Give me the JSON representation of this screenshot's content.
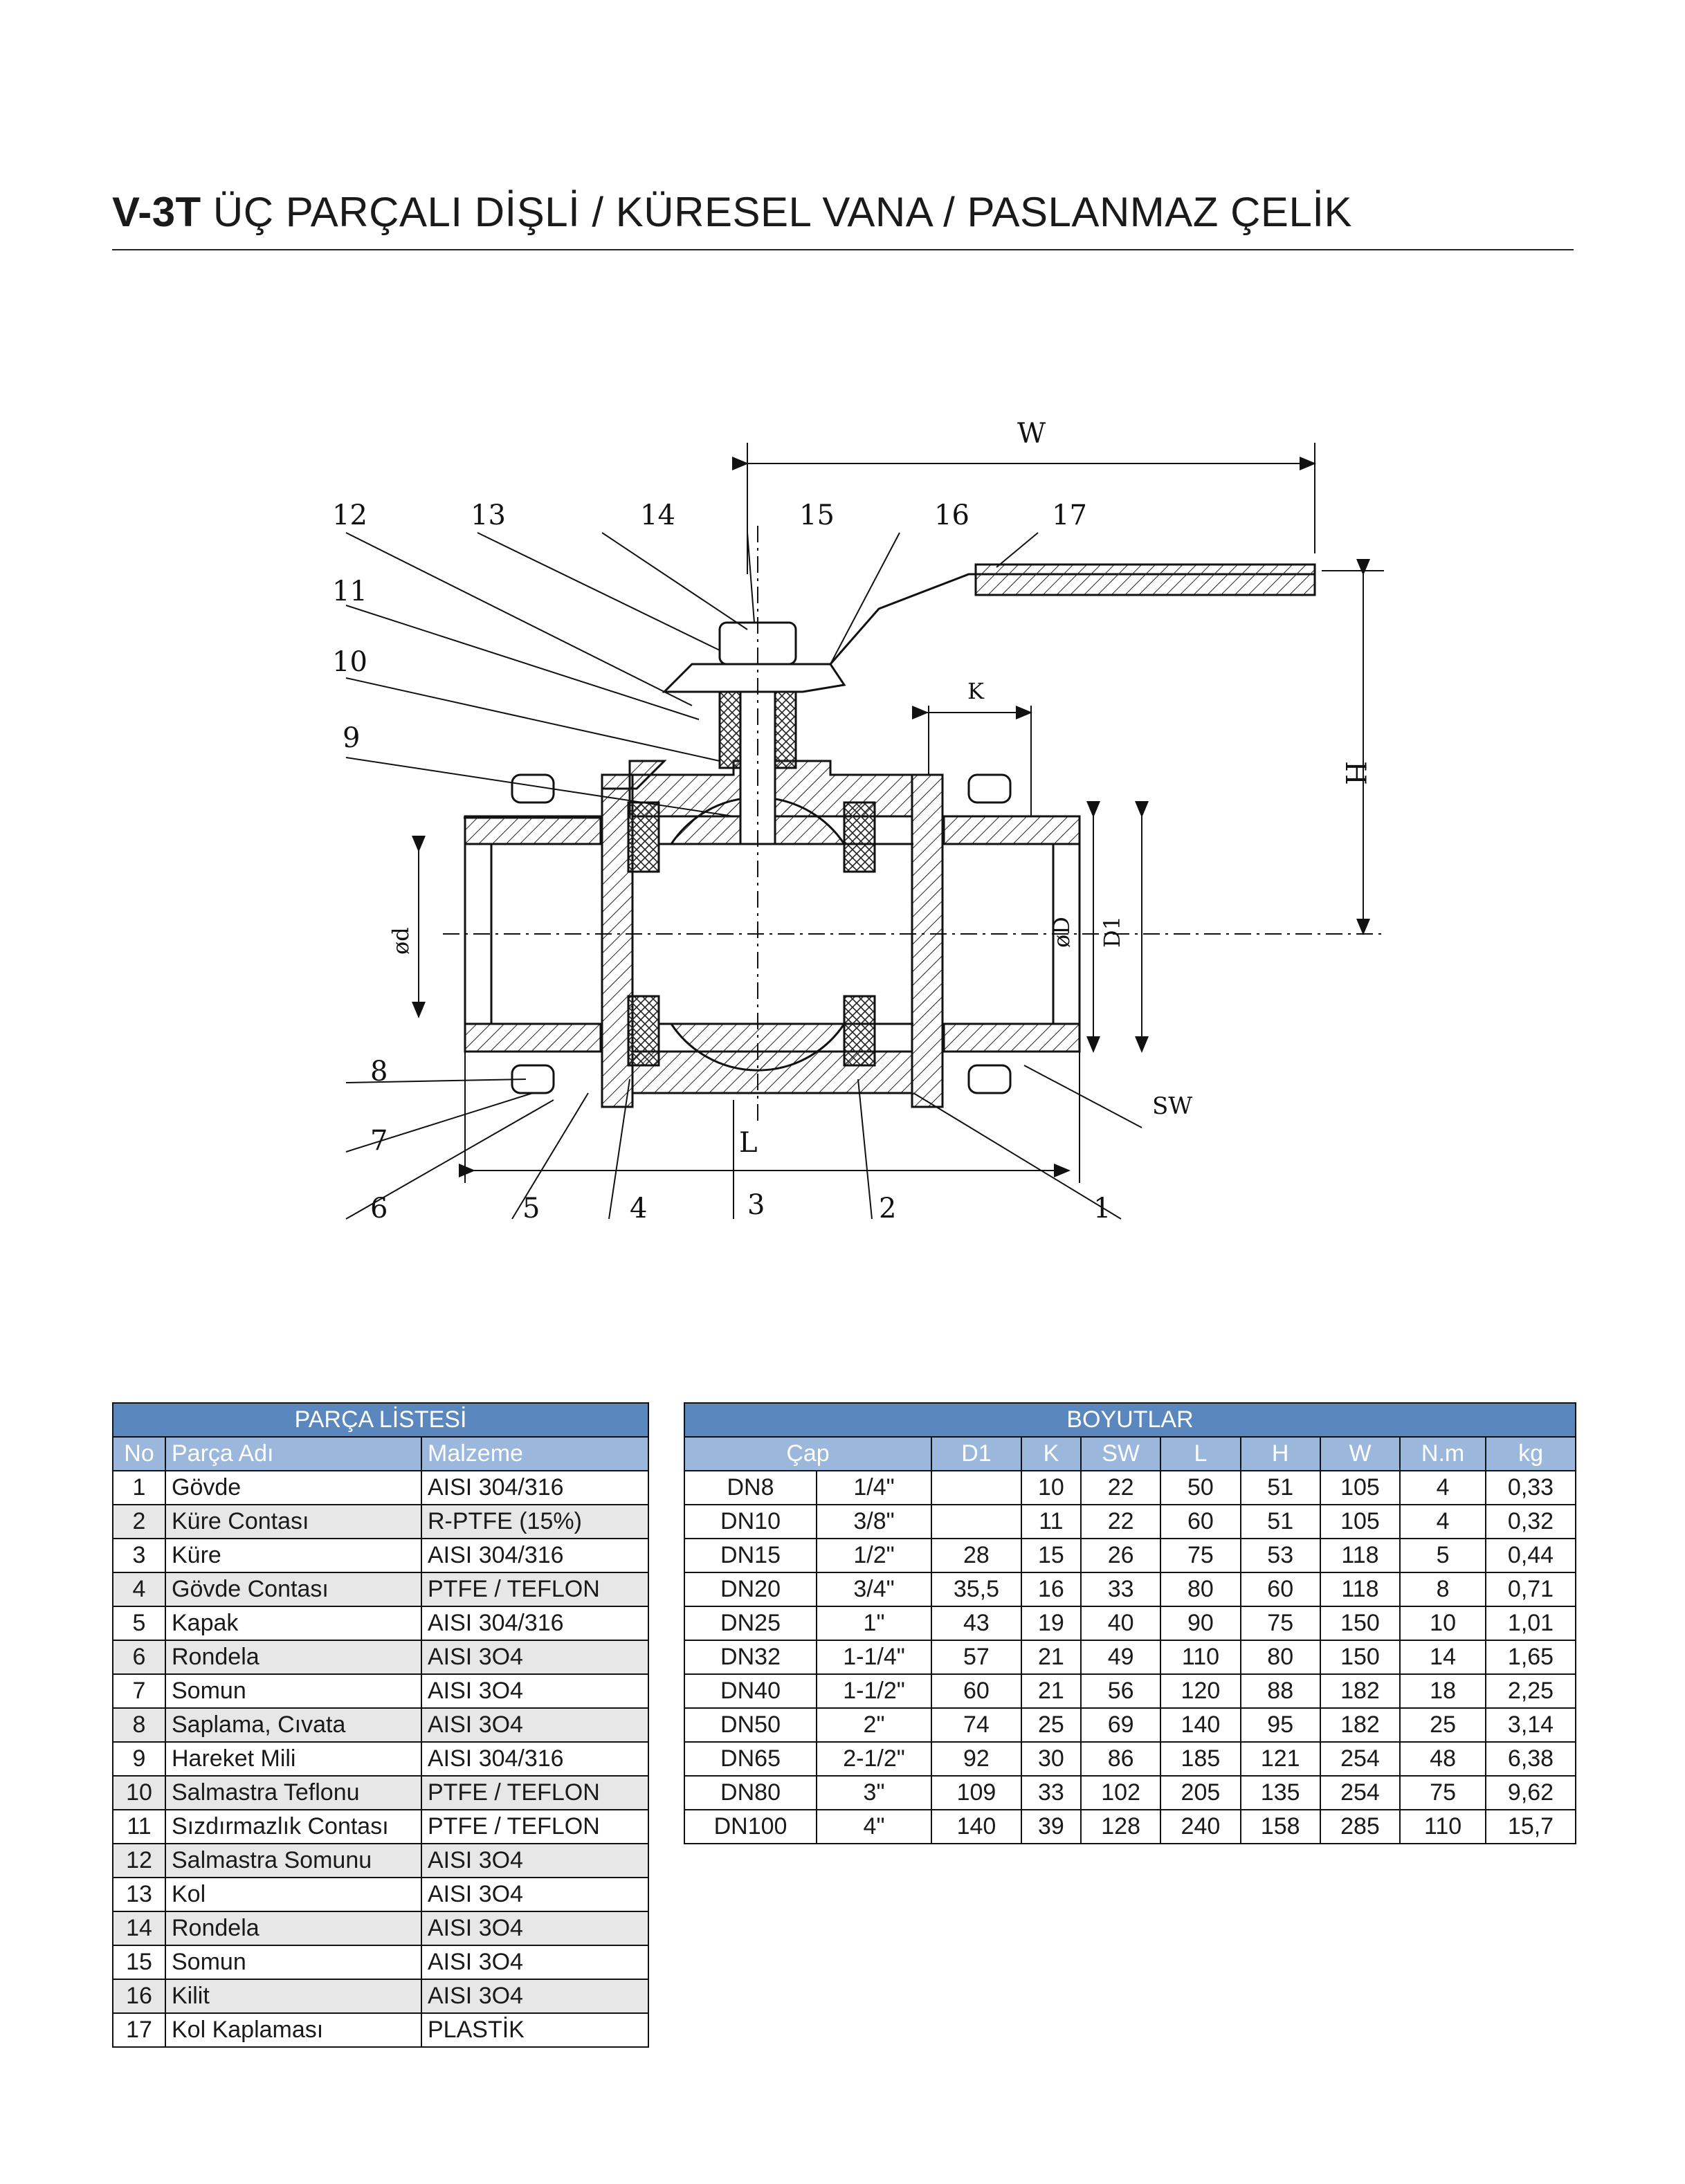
{
  "title": {
    "code": "V-3T",
    "text": "ÜÇ PARÇALI DİŞLİ / KÜRESEL VANA / PASLANMAZ ÇELİK"
  },
  "drawing": {
    "callouts": [
      "1",
      "2",
      "3",
      "4",
      "5",
      "6",
      "7",
      "8",
      "9",
      "10",
      "11",
      "12",
      "13",
      "14",
      "15",
      "16",
      "17"
    ],
    "dims": {
      "w": "W",
      "h": "H",
      "k": "K",
      "l": "L",
      "sw": "SW",
      "od": "øD",
      "d1": "D1",
      "d": "ød"
    }
  },
  "parts": {
    "title": "PARÇA LİSTESİ",
    "headers": [
      "No",
      "Parça Adı",
      "Malzeme"
    ],
    "rows": [
      [
        "1",
        "Gövde",
        "AISI 304/316"
      ],
      [
        "2",
        "Küre Contası",
        "R-PTFE (15%)"
      ],
      [
        "3",
        "Küre",
        "AISI 304/316"
      ],
      [
        "4",
        "Gövde Contası",
        "PTFE / TEFLON"
      ],
      [
        "5",
        "Kapak",
        "AISI 304/316"
      ],
      [
        "6",
        "Rondela",
        "AISI 3O4"
      ],
      [
        "7",
        "Somun",
        "AISI 3O4"
      ],
      [
        "8",
        "Saplama, Cıvata",
        "AISI 3O4"
      ],
      [
        "9",
        "Hareket Mili",
        "AISI 304/316"
      ],
      [
        "10",
        "Salmastra Teflonu",
        "PTFE / TEFLON"
      ],
      [
        "11",
        "Sızdırmazlık Contası",
        "PTFE / TEFLON"
      ],
      [
        "12",
        "Salmastra Somunu",
        "AISI 3O4"
      ],
      [
        "13",
        "Kol",
        "AISI 3O4"
      ],
      [
        "14",
        "Rondela",
        "AISI 3O4"
      ],
      [
        "15",
        "Somun",
        "AISI 3O4"
      ],
      [
        "16",
        "Kilit",
        "AISI 3O4"
      ],
      [
        "17",
        "Kol Kaplaması",
        "PLASTİK"
      ]
    ]
  },
  "dims": {
    "title": "BOYUTLAR",
    "headers": [
      "Çap",
      "D1",
      "K",
      "SW",
      "L",
      "H",
      "W",
      "N.m",
      "kg"
    ],
    "rows": [
      [
        "DN8",
        "1/4\"",
        "",
        "10",
        "22",
        "50",
        "51",
        "105",
        "4",
        "0,33"
      ],
      [
        "DN10",
        "3/8\"",
        "",
        "11",
        "22",
        "60",
        "51",
        "105",
        "4",
        "0,32"
      ],
      [
        "DN15",
        "1/2\"",
        "28",
        "15",
        "26",
        "75",
        "53",
        "118",
        "5",
        "0,44"
      ],
      [
        "DN20",
        "3/4\"",
        "35,5",
        "16",
        "33",
        "80",
        "60",
        "118",
        "8",
        "0,71"
      ],
      [
        "DN25",
        "1\"",
        "43",
        "19",
        "40",
        "90",
        "75",
        "150",
        "10",
        "1,01"
      ],
      [
        "DN32",
        "1-1/4\"",
        "57",
        "21",
        "49",
        "110",
        "80",
        "150",
        "14",
        "1,65"
      ],
      [
        "DN40",
        "1-1/2\"",
        "60",
        "21",
        "56",
        "120",
        "88",
        "182",
        "18",
        "2,25"
      ],
      [
        "DN50",
        "2\"",
        "74",
        "25",
        "69",
        "140",
        "95",
        "182",
        "25",
        "3,14"
      ],
      [
        "DN65",
        "2-1/2\"",
        "92",
        "30",
        "86",
        "185",
        "121",
        "254",
        "48",
        "6,38"
      ],
      [
        "DN80",
        "3\"",
        "109",
        "33",
        "102",
        "205",
        "135",
        "254",
        "75",
        "9,62"
      ],
      [
        "DN100",
        "4\"",
        "140",
        "39",
        "128",
        "240",
        "158",
        "285",
        "110",
        "15,7"
      ]
    ]
  }
}
